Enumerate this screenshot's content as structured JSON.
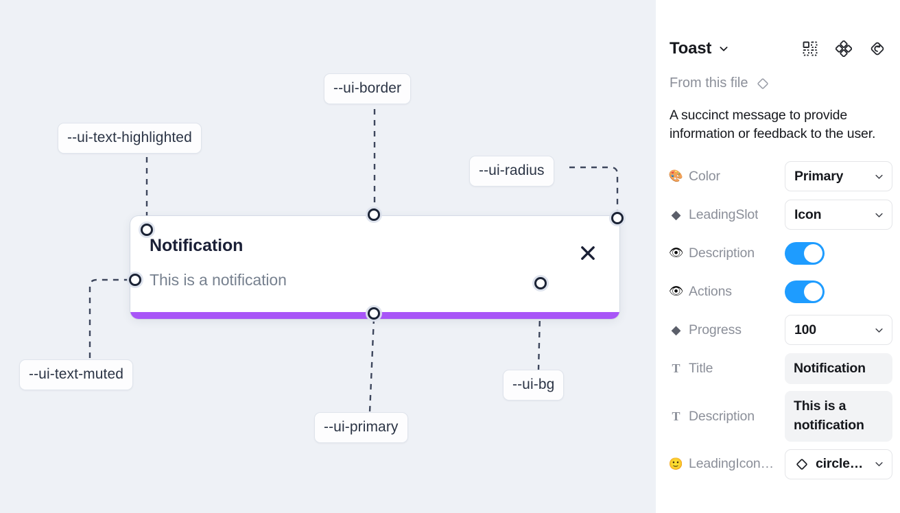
{
  "canvas": {
    "background_color": "#eef1f6",
    "tokens": [
      {
        "id": "ui-text-highlighted",
        "label": "--ui-text-highlighted"
      },
      {
        "id": "ui-border",
        "label": "--ui-border"
      },
      {
        "id": "ui-radius",
        "label": "--ui-radius"
      },
      {
        "id": "ui-text-muted",
        "label": "--ui-text-muted"
      },
      {
        "id": "ui-primary",
        "label": "--ui-primary"
      },
      {
        "id": "ui-bg",
        "label": "--ui-bg"
      }
    ],
    "toast": {
      "title": "Notification",
      "description": "This is a notification",
      "close_icon": "close-x-icon",
      "progress_color": "#a855f7",
      "background_color": "#ffffff",
      "title_color": "#1a1f36",
      "description_color": "#77818f"
    }
  },
  "panel": {
    "title": "Toast",
    "title_caret_icon": "chevron-down-icon",
    "header_icons": [
      {
        "name": "component-grid-icon"
      },
      {
        "name": "variants-diamonds-icon"
      },
      {
        "name": "reset-instance-icon"
      }
    ],
    "from_file": {
      "label": "From this file",
      "icon": "diamond-component-icon"
    },
    "description": "A succinct message to provide information or feedback to the user.",
    "accent_color": "#1e9cff",
    "properties": [
      {
        "icon": "palette-icon",
        "icon_glyph": "🎨",
        "label": "Color",
        "type": "select",
        "value": "Primary"
      },
      {
        "icon": "diamond-icon",
        "icon_glyph": "◆",
        "label": "LeadingSlot",
        "type": "select",
        "value": "Icon"
      },
      {
        "icon": "eye-icon",
        "icon_glyph": "👁",
        "label": "Description",
        "type": "toggle",
        "value": "on"
      },
      {
        "icon": "eye-icon",
        "icon_glyph": "👁",
        "label": "Actions",
        "type": "toggle",
        "value": "on"
      },
      {
        "icon": "diamond-icon",
        "icon_glyph": "◆",
        "label": "Progress",
        "type": "select",
        "value": "100"
      },
      {
        "icon": "text-icon",
        "icon_glyph": "T",
        "label": "Title",
        "type": "text",
        "value": "Notification"
      },
      {
        "icon": "text-icon",
        "icon_glyph": "T",
        "label": "Description",
        "type": "text",
        "value": "This is a notification"
      },
      {
        "icon": "emoji-icon",
        "icon_glyph": "🙂",
        "label": "LeadingIcon…",
        "type": "select-icon",
        "value": "circle…"
      }
    ]
  }
}
